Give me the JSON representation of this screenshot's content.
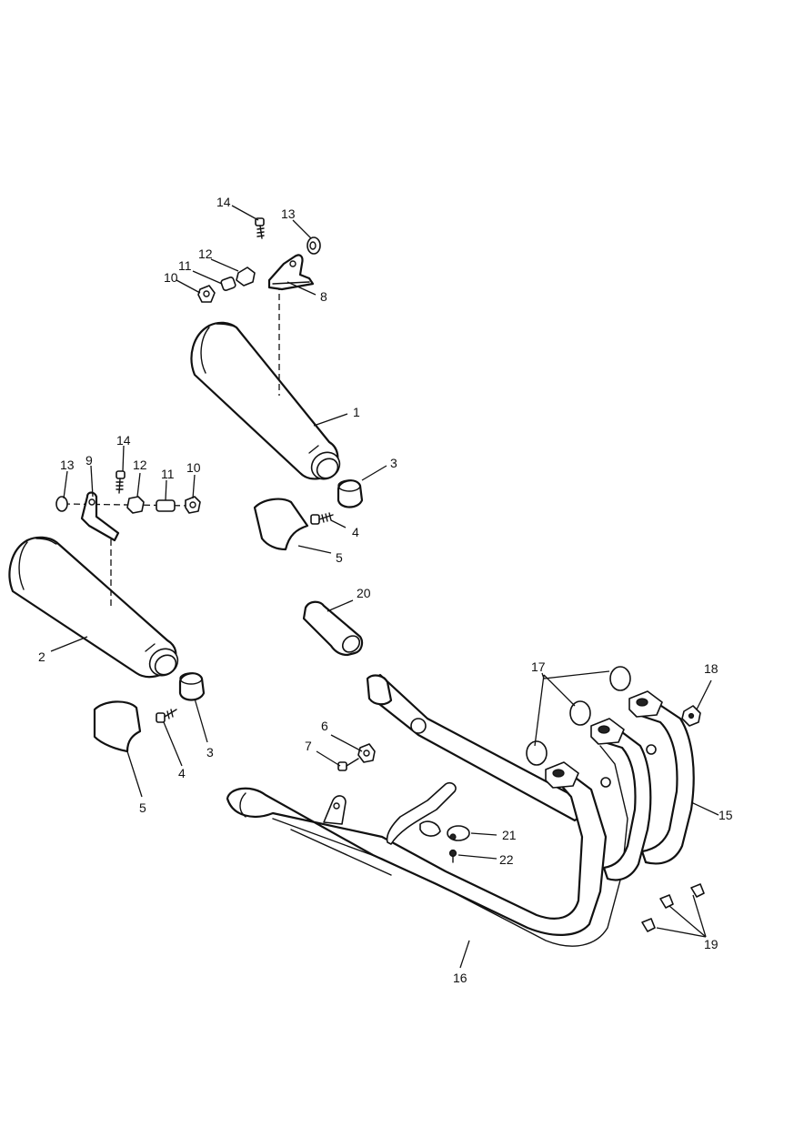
{
  "callouts": {
    "c1": "1",
    "c2": "2",
    "c3a": "3",
    "c3b": "3",
    "c4a": "4",
    "c4b": "4",
    "c5a": "5",
    "c5b": "5",
    "c6": "6",
    "c7": "7",
    "c8": "8",
    "c9": "9",
    "c10a": "10",
    "c10b": "10",
    "c11a": "11",
    "c11b": "11",
    "c12a": "12",
    "c12b": "12",
    "c13a": "13",
    "c13b": "13",
    "c14a": "14",
    "c14b": "14",
    "c15": "15",
    "c16": "16",
    "c17": "17",
    "c18": "18",
    "c19": "19",
    "c20": "20",
    "c21": "21",
    "c22": "22"
  }
}
